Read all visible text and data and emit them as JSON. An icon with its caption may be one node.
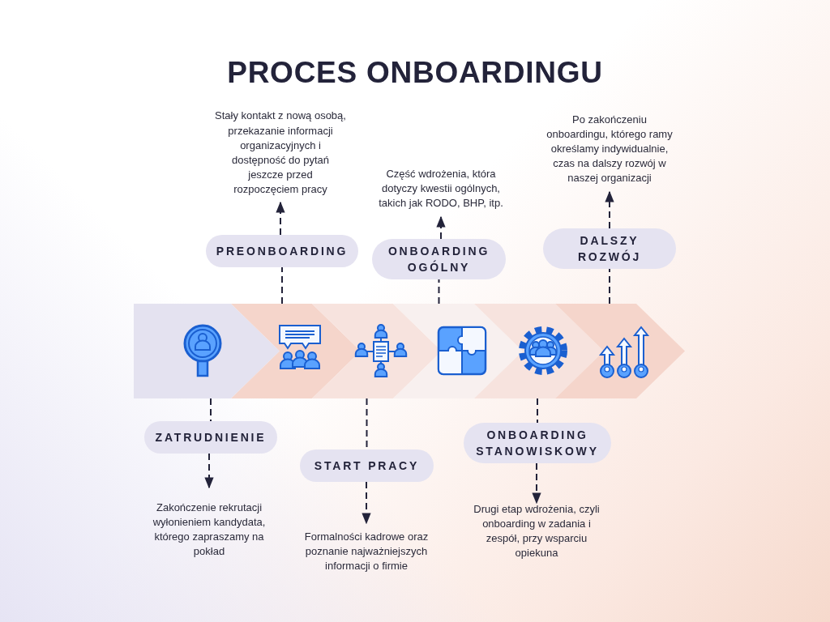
{
  "diagram": {
    "title": "PROCES ONBOARDINGU",
    "nodes": [
      {
        "text": [],
        "shape": "chevron"
      },
      {
        "text": [
          "ZATRUDNIENIE"
        ]
      },
      {
        "text": [
          "Zakończenie rekrutacji wyłonieniem kandydata, którego zapraszamy na pokład"
        ]
      },
      {
        "text": [],
        "shape": "chevron"
      },
      {
        "text": [
          "PREONBOARDING"
        ]
      },
      {
        "text": [
          "Stały kontakt z nową osobą, przekazanie informacji organizacyjnych i dostępność do pytań jeszcze przed rozpoczęciem pracy"
        ]
      },
      {
        "text": [],
        "shape": "chevron"
      },
      {
        "text": [
          "START PRACY"
        ]
      },
      {
        "text": [
          "Formalności kadrowe oraz poznanie najważniejszych informacji o firmie"
        ]
      },
      {
        "text": [],
        "shape": "chevron"
      },
      {
        "text": [
          "ONBOARDING OGÓLNY"
        ]
      },
      {
        "text": [
          "Część wdrożenia, która dotyczy kwestii ogólnych, takich jak RODO, BHP, itp."
        ]
      },
      {
        "text": [],
        "shape": "chevron"
      },
      {
        "text": [
          "ONBOARDING STANOWISKOWY"
        ]
      },
      {
        "text": [
          "Drugi etap wdrożenia, czyli onboarding w zadania i zespół, przy wsparciu opiekuna"
        ]
      },
      {
        "text": [],
        "shape": "chevron"
      },
      {
        "text": [
          "DALSZY ROZWÓJ"
        ]
      },
      {
        "text": [
          "Po zakończeniu onboardingu, którego ramy określamy indywidualnie, czas na dalszy rozwój w naszej organizacji"
        ]
      }
    ],
    "edges": [
      {
        "from": 0,
        "to": 1,
        "arrow": "none",
        "style": "dashed"
      },
      {
        "from": 1,
        "to": 2,
        "arrow": "to",
        "style": "dashed"
      },
      {
        "from": 3,
        "to": 4,
        "arrow": "none",
        "style": "dashed"
      },
      {
        "from": 4,
        "to": 5,
        "arrow": "to",
        "style": "dashed"
      },
      {
        "from": 6,
        "to": 7,
        "arrow": "none",
        "style": "dashed"
      },
      {
        "from": 7,
        "to": 8,
        "arrow": "to",
        "style": "dashed"
      },
      {
        "from": 9,
        "to": 10,
        "arrow": "none",
        "style": "dashed"
      },
      {
        "from": 10,
        "to": 11,
        "arrow": "to",
        "style": "dashed"
      },
      {
        "from": 12,
        "to": 13,
        "arrow": "none",
        "style": "dashed"
      },
      {
        "from": 13,
        "to": 14,
        "arrow": "to",
        "style": "dashed"
      },
      {
        "from": 15,
        "to": 16,
        "arrow": "none",
        "style": "dashed"
      },
      {
        "from": 16,
        "to": 17,
        "arrow": "to",
        "style": "dashed"
      }
    ]
  }
}
